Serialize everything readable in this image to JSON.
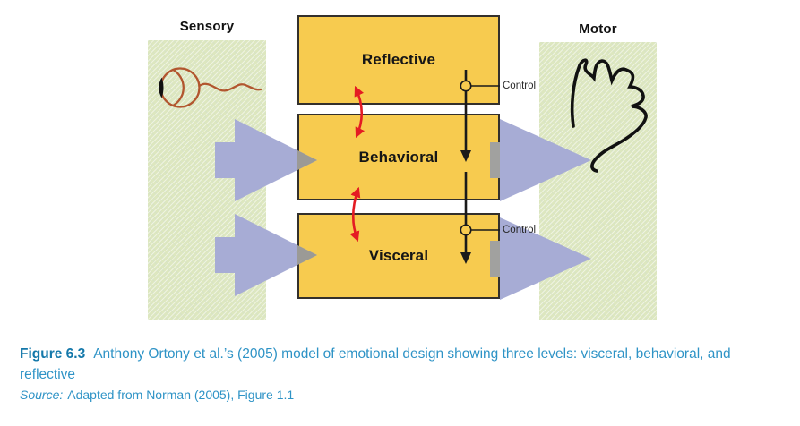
{
  "figure": {
    "sensory_panel": {
      "label": "Sensory"
    },
    "motor_panel": {
      "label": "Motor"
    },
    "levels": [
      {
        "label": "Reflective"
      },
      {
        "label": "Behavioral"
      },
      {
        "label": "Visceral"
      }
    ],
    "control_top": {
      "label": "Control"
    },
    "control_bottom": {
      "label": "Control"
    },
    "icons": [
      "eye-icon",
      "hand-icon"
    ],
    "colors": {
      "box_fill": "#f7cb4f",
      "box_border": "#33302c",
      "panel_fill": "#dde7bf",
      "arrow_blue": "#a7acd5",
      "arrow_red": "#e41b23",
      "connector_gray": "#a1a19f",
      "control_black": "#1a1a1a",
      "eye_stroke": "#b2562f",
      "caption_blue": "#2e93c6",
      "caption_blue_bold": "#1478aa"
    }
  },
  "caption": {
    "figure_label": "Figure 6.3",
    "text": "Anthony Ortony et al.’s (2005) model of emotional design showing three levels: visceral, behavioral, and reflective",
    "source_prefix": "Source:",
    "source_text": "Adapted from Norman (2005), Figure 1.1"
  }
}
